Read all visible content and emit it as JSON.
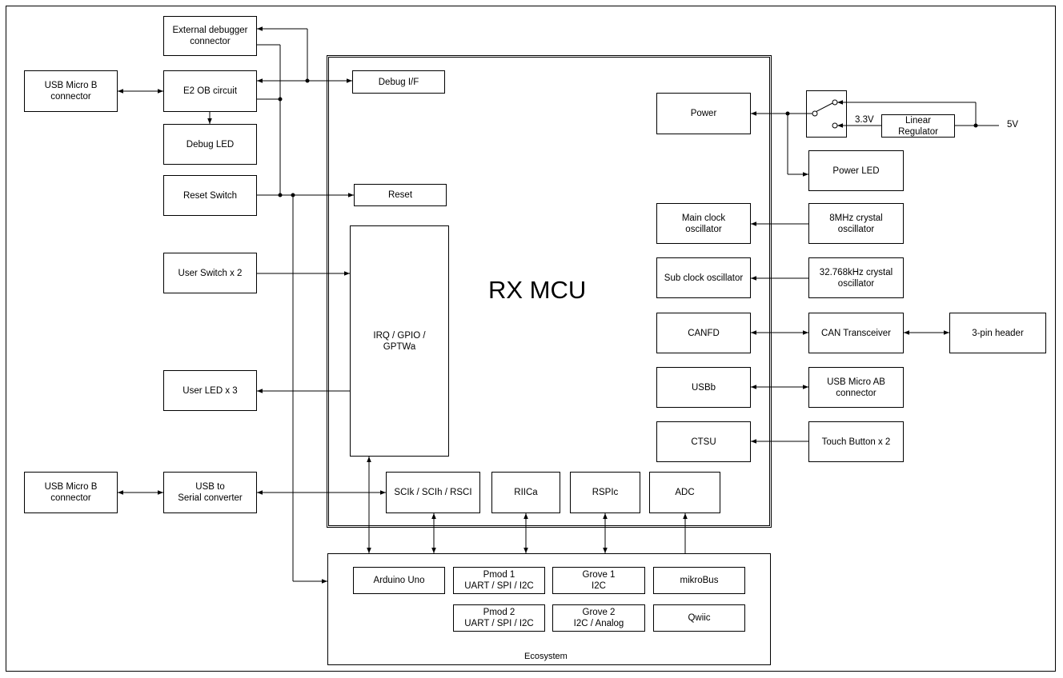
{
  "mcu": {
    "title": "RX MCU"
  },
  "ecosystem": {
    "label": "Ecosystem"
  },
  "blocks": {
    "ext_debugger": [
      "External debugger",
      "connector"
    ],
    "usb_micro_b_top": [
      "USB Micro B",
      "connector"
    ],
    "e2_ob": [
      "E2 OB circuit"
    ],
    "debug_led": [
      "Debug LED"
    ],
    "reset_switch": [
      "Reset Switch"
    ],
    "user_switch": [
      "User Switch x 2"
    ],
    "user_led": [
      "User LED x 3"
    ],
    "usb_micro_b_bottom": [
      "USB Micro B",
      "connector"
    ],
    "usb_serial": [
      "USB to",
      "Serial converter"
    ],
    "debug_if": [
      "Debug I/F"
    ],
    "reset": [
      "Reset"
    ],
    "irq_gpio": [
      "IRQ / GPIO /",
      "GPTWa"
    ],
    "sci": [
      "SCIk / SCIh / RSCI"
    ],
    "riic": [
      "RIICa"
    ],
    "rspi": [
      "RSPIc"
    ],
    "adc": [
      "ADC"
    ],
    "power": [
      "Power"
    ],
    "main_clock": [
      "Main clock",
      "oscillator"
    ],
    "sub_clock": [
      "Sub clock oscillator"
    ],
    "canfd": [
      "CANFD"
    ],
    "usbb": [
      "USBb"
    ],
    "ctsu": [
      "CTSU"
    ],
    "linear_reg": [
      "Linear",
      "Regulator"
    ],
    "power_led": [
      "Power LED"
    ],
    "crystal_8mhz": [
      "8MHz crystal",
      "oscillator"
    ],
    "crystal_32khz": [
      "32.768kHz crystal",
      "oscillator"
    ],
    "can_transceiver": [
      "CAN Transceiver"
    ],
    "pin_header": [
      "3-pin header"
    ],
    "usb_micro_ab": [
      "USB Micro AB",
      "connector"
    ],
    "touch_button": [
      "Touch Button x 2"
    ],
    "arduino": [
      "Arduino Uno"
    ],
    "pmod1": [
      "Pmod 1",
      "UART / SPI / I2C"
    ],
    "pmod2": [
      "Pmod 2",
      "UART / SPI / I2C"
    ],
    "grove1": [
      "Grove 1",
      "I2C"
    ],
    "grove2": [
      "Grove 2",
      "I2C / Analog"
    ],
    "mikrobus": [
      "mikroBus"
    ],
    "qwiic": [
      "Qwiic"
    ]
  },
  "labels": {
    "v33": "3.3V",
    "v5": "5V"
  }
}
